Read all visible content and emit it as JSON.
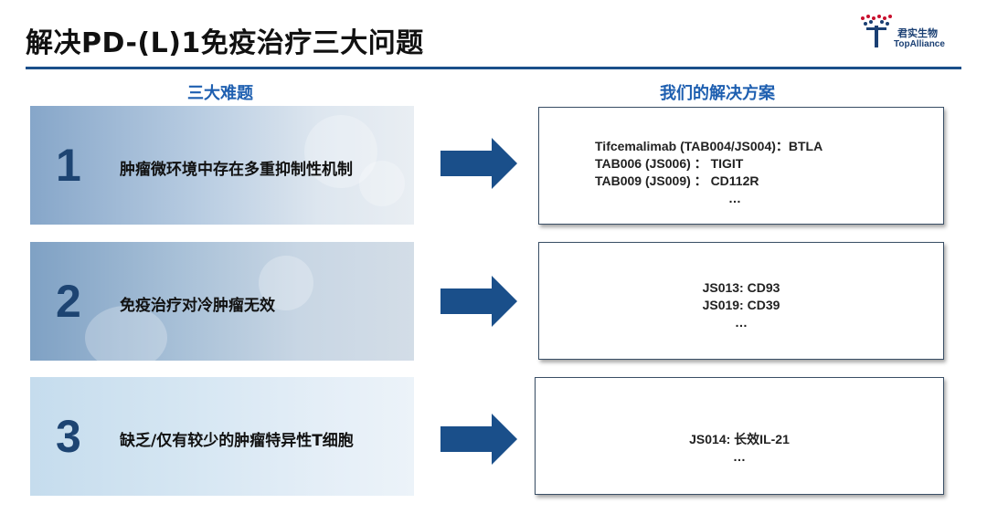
{
  "title": "解决PD-(L)1免疫治疗三大问题",
  "logo": {
    "cn": "君实生物",
    "en": "TopAlliance",
    "icon": "topalliance-logo-icon"
  },
  "left_header": "三大难题",
  "right_header": "我们的解决方案",
  "problems": [
    {
      "num": "1",
      "text": "肿瘤微环境中存在多重抑制性机制"
    },
    {
      "num": "2",
      "text": "免疫治疗对冷肿瘤无效"
    },
    {
      "num": "3",
      "text": "缺乏/仅有较少的肿瘤特异性T细胞"
    }
  ],
  "solutions": [
    {
      "lines": [
        "Tifcemalimab (TAB004/JS004)：BTLA",
        "TAB006 (JS006) ： TIGIT",
        "TAB009 (JS009) ： CD112R",
        "…"
      ]
    },
    {
      "lines": [
        "JS013: CD93",
        "JS019: CD39",
        "…"
      ]
    },
    {
      "lines": [
        "JS014: 长效IL-21",
        "…"
      ]
    }
  ],
  "colors": {
    "accent": "#1e5fb0",
    "arrow": "#1a4f8a",
    "rule": "#1a4f8a"
  }
}
